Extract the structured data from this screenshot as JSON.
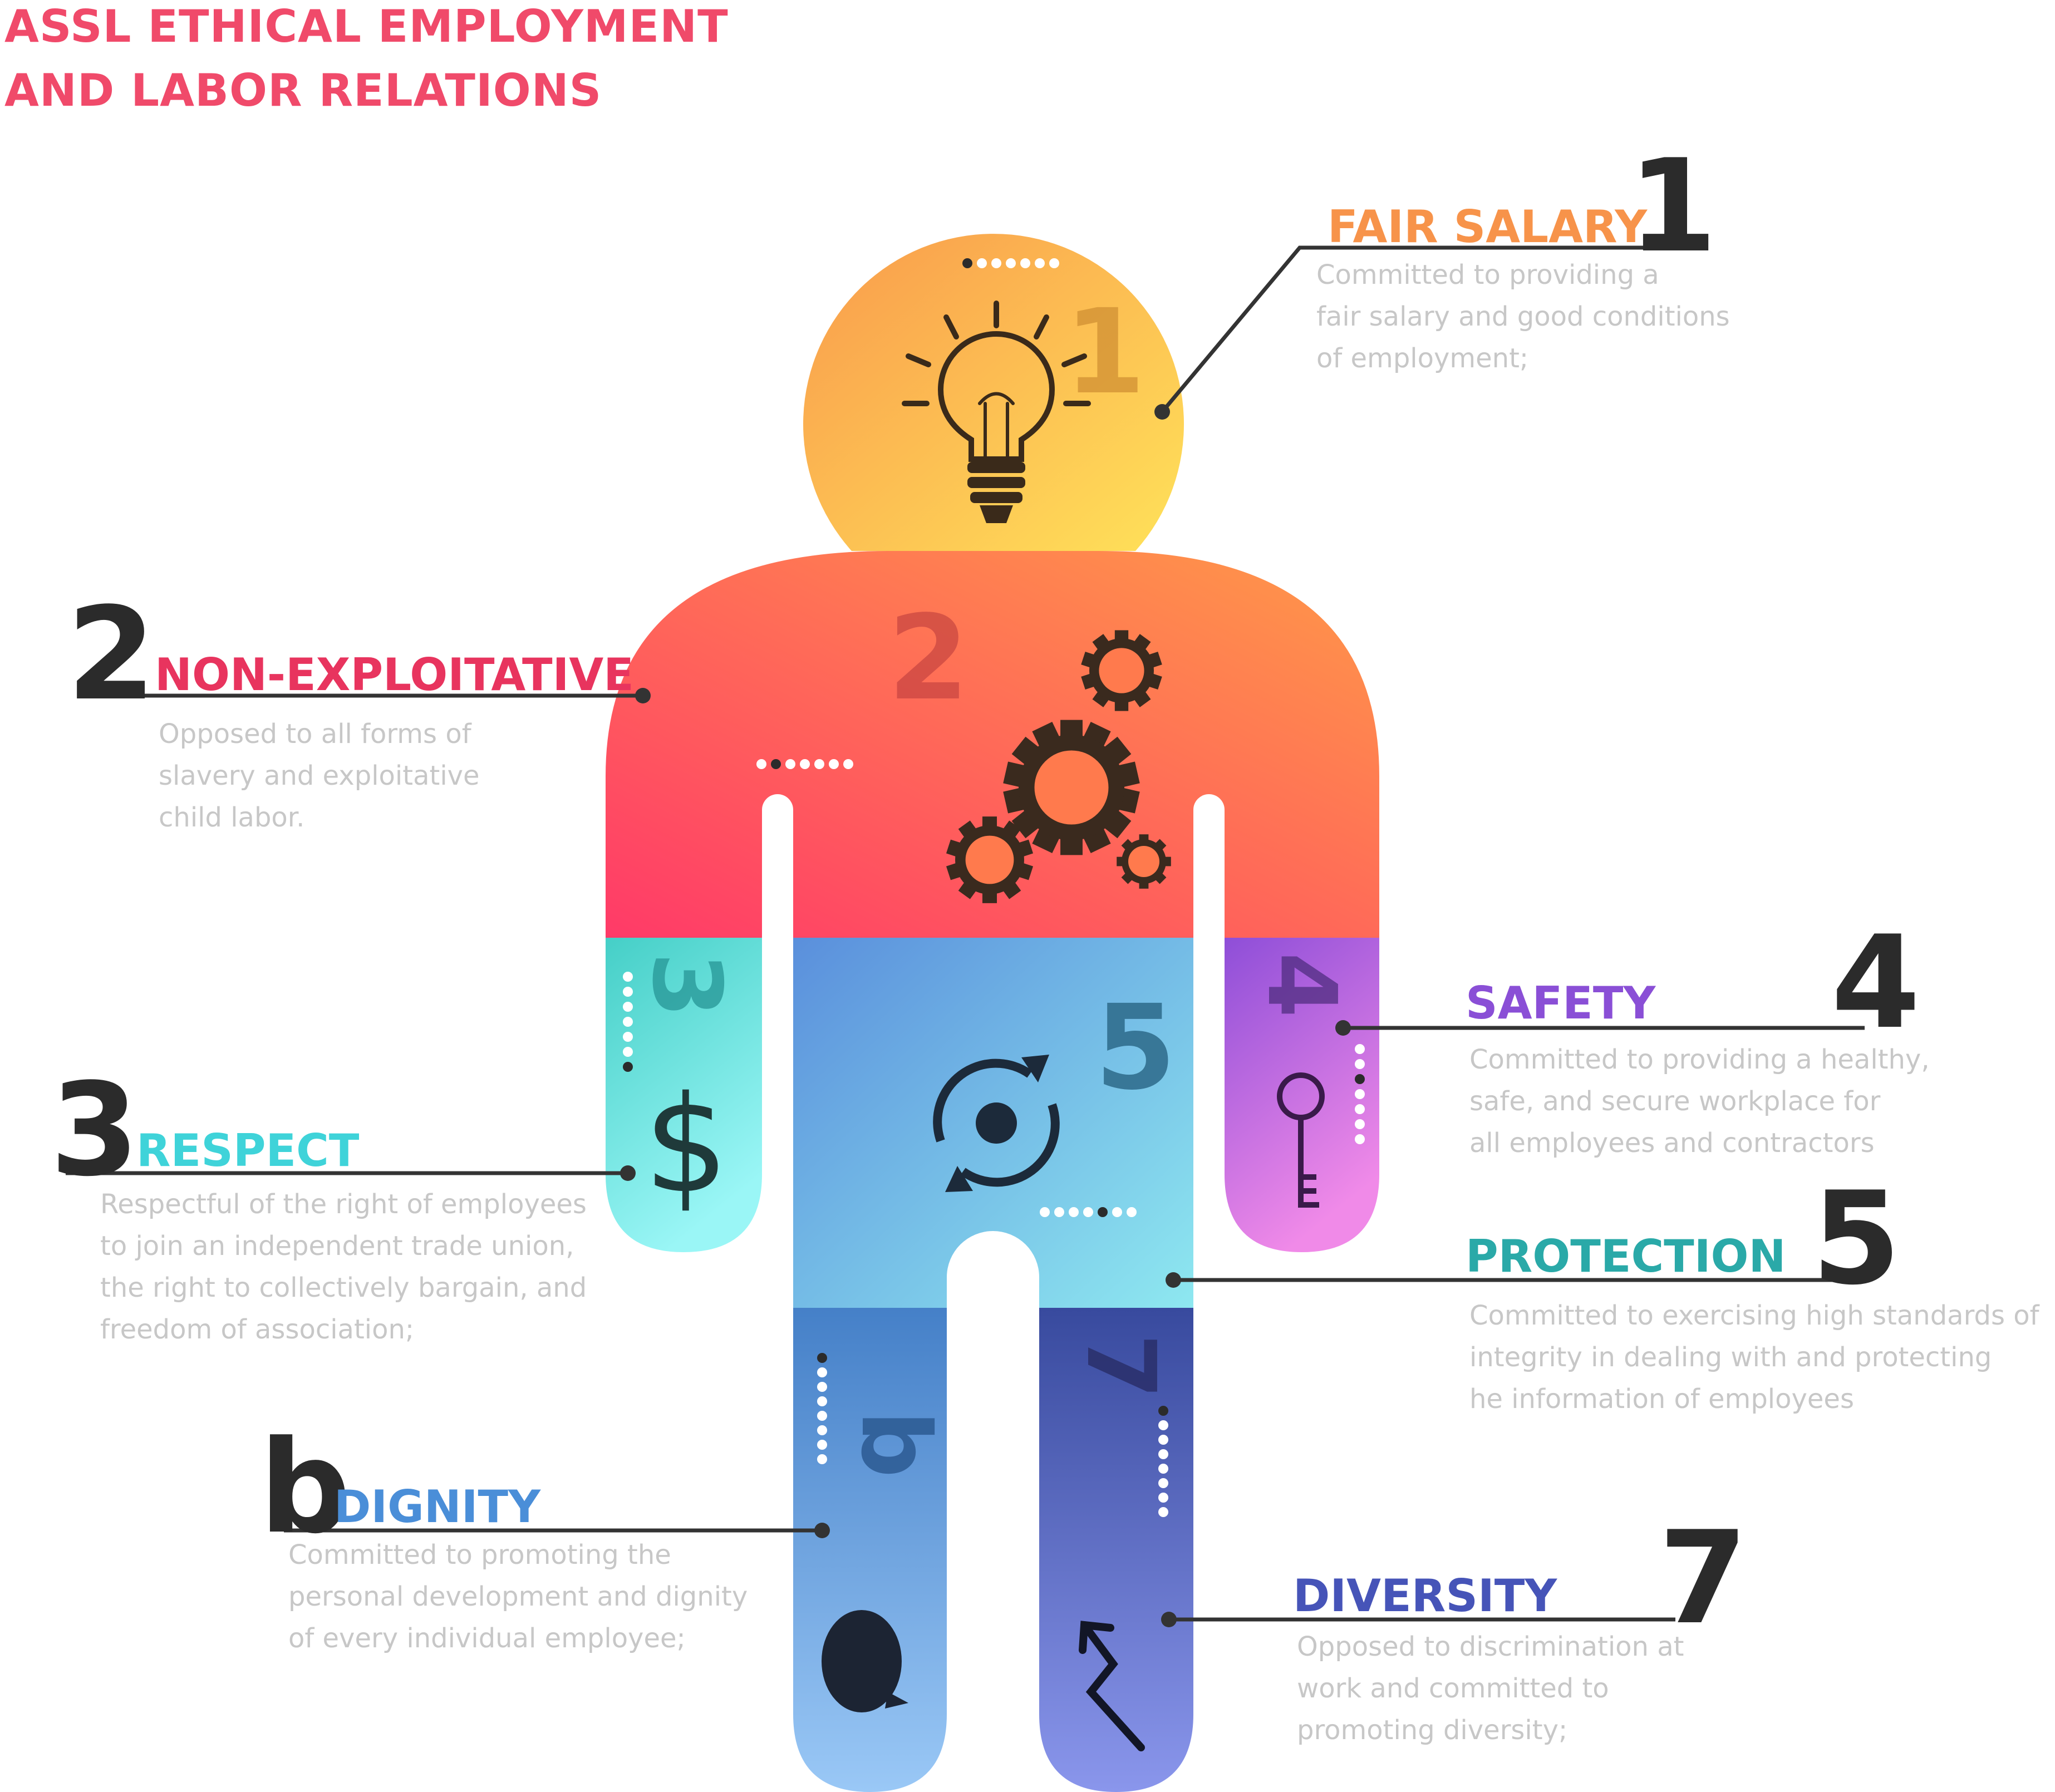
{
  "title": {
    "line1": "ASSL ETHICAL EMPLOYMENT",
    "line2": "AND LABOR RELATIONS",
    "color": "#f04a6a"
  },
  "items": [
    {
      "id": "fair-salary",
      "number": "1",
      "heading": "FAIR SALARY",
      "color": "#f7934a",
      "icon": "light-bulb-icon",
      "description": [
        "Committed to providing a",
        "fair salary and good conditions",
        "of employment;"
      ]
    },
    {
      "id": "non-exploitative",
      "number": "2",
      "heading": "NON-EXPLOITATIVE",
      "color": "#e8345e",
      "icon": "gears-icon",
      "description": [
        "Opposed to all forms of",
        "slavery and exploitative",
        "child labor."
      ]
    },
    {
      "id": "respect",
      "number": "3",
      "heading": "RESPECT",
      "color": "#3fd3d9",
      "icon": "dollar-icon",
      "description": [
        "Respectful of the right of employees",
        "to join an independent trade union,",
        "the right to collectively bargain, and",
        "freedom of association;"
      ]
    },
    {
      "id": "safety",
      "number": "4",
      "heading": "SAFETY",
      "color": "#8a4fd6",
      "icon": "key-icon",
      "description": [
        "Committed to providing a healthy,",
        "safe, and secure workplace for",
        "all employees and contractors"
      ]
    },
    {
      "id": "protection",
      "number": "5",
      "heading": "PROTECTION",
      "color": "#2aa9a8",
      "icon": "refresh-cycle-icon",
      "description": [
        "Committed to exercising high standards of",
        "integrity in dealing with and protecting",
        "he information of employees"
      ]
    },
    {
      "id": "dignity",
      "number": "b",
      "heading": "DIGNITY",
      "color": "#4a8ed8",
      "icon": "speech-bubble-icon",
      "description": [
        "Committed to promoting the",
        "personal development and dignity",
        "of every individual employee;"
      ]
    },
    {
      "id": "diversity",
      "number": "7",
      "heading": "DIVERSITY",
      "color": "#4654b8",
      "icon": "zigzag-arrow-icon",
      "description": [
        "Opposed to discrimination at",
        "work and committed to",
        "promoting diversity;"
      ]
    }
  ]
}
